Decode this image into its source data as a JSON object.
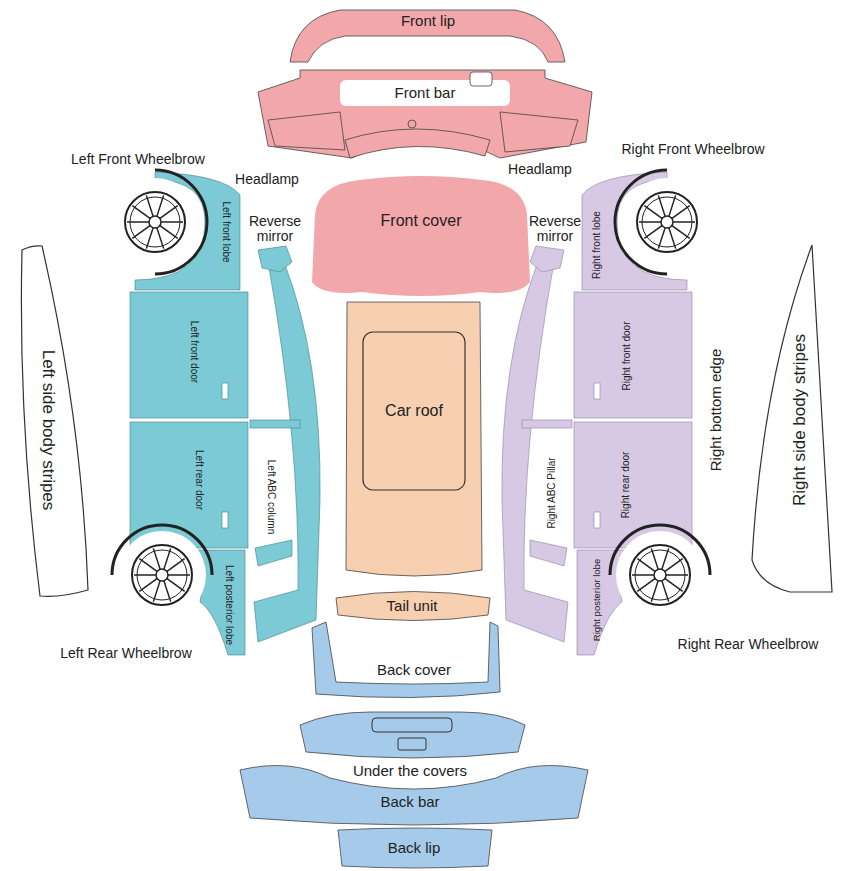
{
  "diagram": {
    "nodes": [
      {
        "text": [
          "Front lip"
        ]
      },
      {
        "text": [
          "Front bar"
        ]
      },
      {
        "text": [
          "Front cover"
        ]
      },
      {
        "text": [
          "Left front lobe"
        ]
      },
      {
        "text": [
          "Left front door"
        ]
      },
      {
        "text": [
          "Left rear door"
        ]
      },
      {
        "text": [
          "Left ABC column"
        ]
      },
      {
        "text": [
          "Left posterior lobe"
        ]
      },
      {
        "text": [
          "Left side body stripes"
        ]
      },
      {
        "text": [
          "Car roof"
        ]
      },
      {
        "text": [
          "Right front lobe"
        ]
      },
      {
        "text": [
          "Right front door"
        ]
      },
      {
        "text": [
          "Right rear door"
        ]
      },
      {
        "text": [
          "Right ABC Pillar"
        ]
      },
      {
        "text": [
          "Right posterior lobe"
        ]
      },
      {
        "text": [
          "Right side body stripes"
        ]
      },
      {
        "text": [
          "Tail unit"
        ]
      },
      {
        "text": [
          "Back cover"
        ]
      },
      {
        "text": [
          "Under the covers"
        ]
      },
      {
        "text": [
          "Back bar"
        ]
      },
      {
        "text": [
          "Back lip"
        ]
      }
    ],
    "labels": [
      "Left Front Wheelbrow",
      "Headlamp",
      "Headlamp",
      "Right Front Wheelbrow",
      "Reverse mirror",
      "Reverse mirror",
      "Right bottom edge",
      "Left Rear Wheelbrow",
      "Right Rear Wheelbrow"
    ]
  }
}
